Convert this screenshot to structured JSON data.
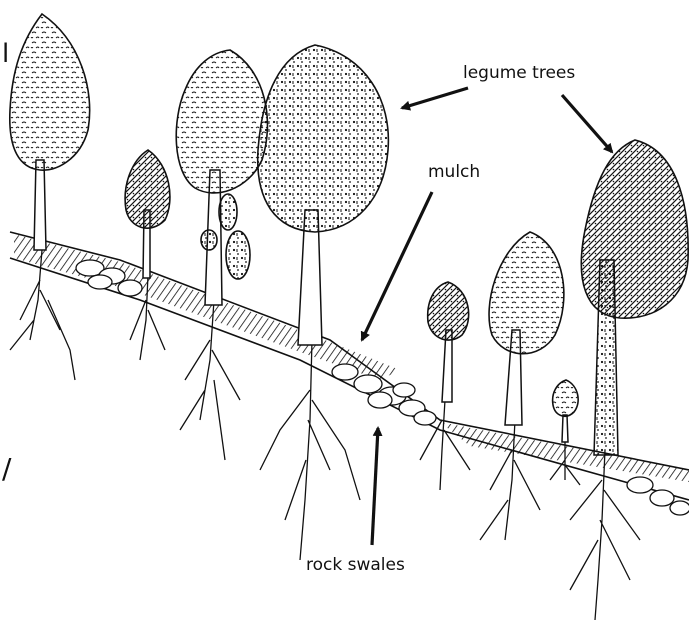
{
  "labels": {
    "legume_trees": "legume trees",
    "mulch": "mulch",
    "rock_swales": "rock swales",
    "edge_fragment_top": "l",
    "edge_fragment_bottom": "/"
  },
  "colors": {
    "ink": "#111111",
    "paper": "#ffffff"
  }
}
